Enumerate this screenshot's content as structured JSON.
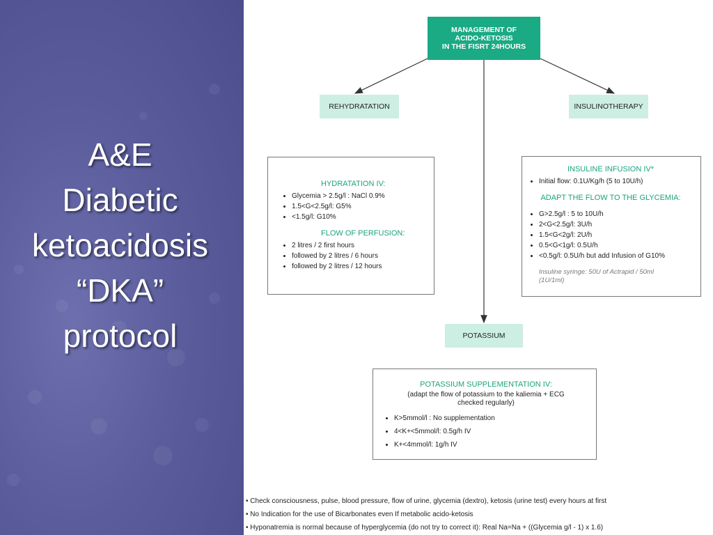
{
  "slide_title": [
    "A&E",
    "Diabetic",
    "ketoacidosis",
    "“DKA”",
    "protocol"
  ],
  "diagram": {
    "root": [
      "MANAGEMENT OF",
      "ACIDO-KETOSIS",
      "IN THE FISRT 24HOURS"
    ],
    "rehydration_label": "REHYDRATATION",
    "insulin_label": "INSULINOTHERAPY",
    "potassium_label": "POTASSIUM",
    "hydration_panel": {
      "heading": "HYDRATATION IV:",
      "items": [
        "Glycemia > 2.5g/l : NaCl 0.9%",
        "1.5<G<2.5g/l: G5%",
        "<1.5g/l: G10%"
      ],
      "heading2": "FLOW OF PERFUSION:",
      "items2": [
        "2 litres / 2 first hours",
        "followed by 2 litres / 6 hours",
        "followed by 2 litres / 12 hours"
      ]
    },
    "insuline_panel": {
      "heading": "INSULINE INFUSION IV*",
      "items": [
        "Initial flow: 0.1U/Kg/h (5 to 10U/h)"
      ],
      "heading2": "ADAPT THE FLOW TO THE GLYCEMIA:",
      "items2": [
        "G>2.5g/l : 5 to 10U/h",
        "2<G<2.5g/l: 3U/h",
        "1.5<G<2g/l: 2U/h",
        "0.5<G<1g/l: 0.5U/h",
        "<0.5g/l: 0.5U/h but add Infusion of G10%"
      ],
      "note": [
        "Insuline syringe: 50U of Actrapid / 50ml",
        "(1U/1ml)"
      ]
    },
    "potassium_panel": {
      "heading": "POTASSIUM SUPPLEMENTATION IV:",
      "subtitle": [
        "(adapt the flow of potassium to the kaliemia + ECG",
        "checked regularly)"
      ],
      "items": [
        "K>5mmol/l : No supplementation",
        "4<K+<5mmol/l: 0.5g/h IV",
        "K+<4mmol/l: 1g/h IV"
      ]
    },
    "footer_notes": [
      "Check consciousness, pulse, blood pressure, flow of urine, glycemia (dextro), ketosis (urine test) every hours at first",
      "No Indication for the use of Bicarbonates even If metabolic acido-ketosis",
      "Hyponatremia is normal because of hyperglycemia (do not try to correct it): Real Na=Na + ((Glycemia g/l - 1) x 1.6)"
    ]
  },
  "colors": {
    "left_panel": "#5a5c9c",
    "root_box": "#1aaa84",
    "teal_box": "#cdeee3",
    "heading": "#19a37d"
  }
}
